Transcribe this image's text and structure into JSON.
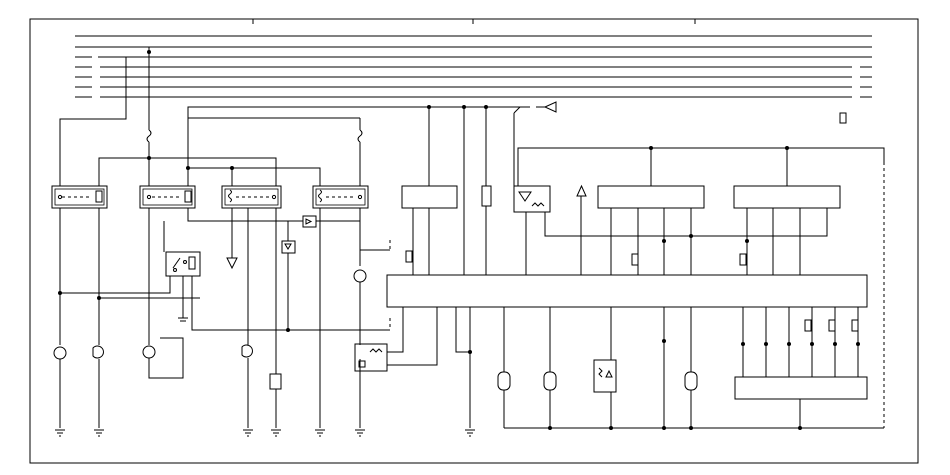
{
  "colors": {
    "background": "#ffffff",
    "line": "#000000"
  },
  "symbols": {
    "relay": "relay-icon",
    "motor": "motor-icon",
    "ground": "ground-icon",
    "coil": "coil-icon",
    "connector": "connector-pair-icon",
    "switch": "switch-icon",
    "diode": "diode-icon",
    "sensor": "sensor-coil-icon",
    "lamp": "lamp-icon"
  },
  "elements": {
    "relays": 4,
    "ground_symbols": 7,
    "motors": 3,
    "bus_lines": 7,
    "control_modules": 5
  }
}
